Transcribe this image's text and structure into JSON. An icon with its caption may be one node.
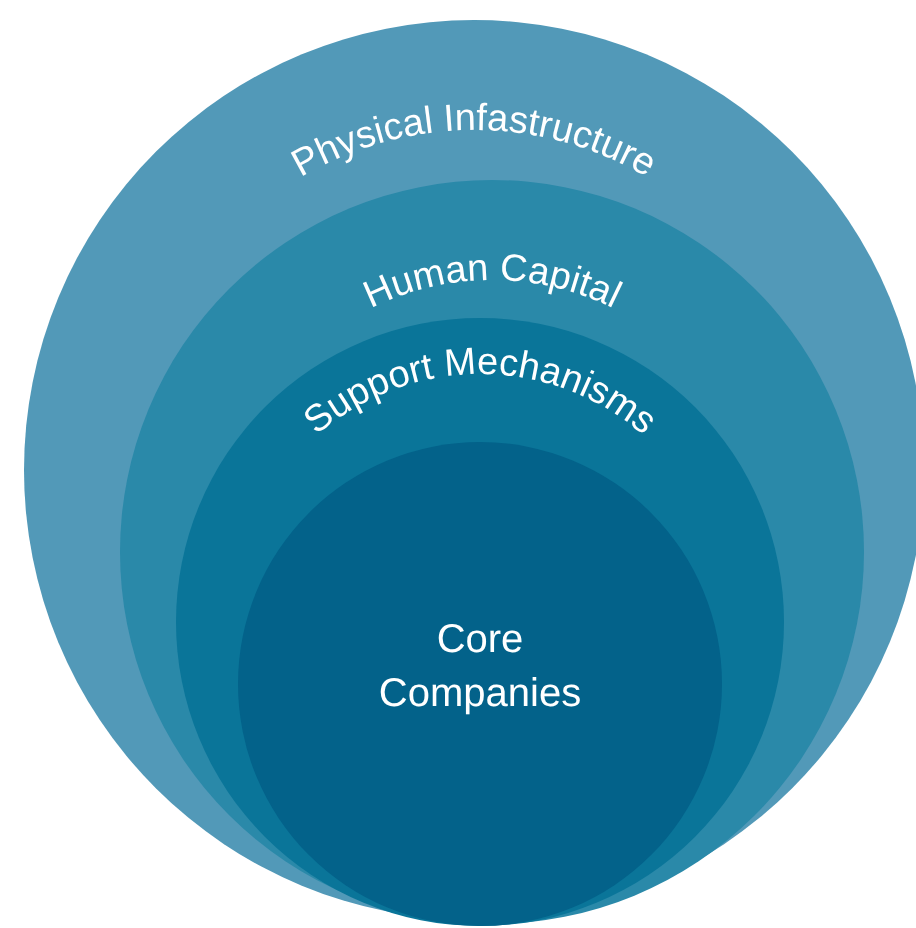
{
  "diagram": {
    "nodes": [
      {
        "text": [
          "Physical Infastructure"
        ]
      },
      {
        "text": [
          "Human Capital"
        ],
        "in": 0
      },
      {
        "text": [
          "Support Mechanisms"
        ],
        "in": 1
      },
      {
        "text": [
          "Core Companies"
        ],
        "in": 2
      }
    ]
  }
}
